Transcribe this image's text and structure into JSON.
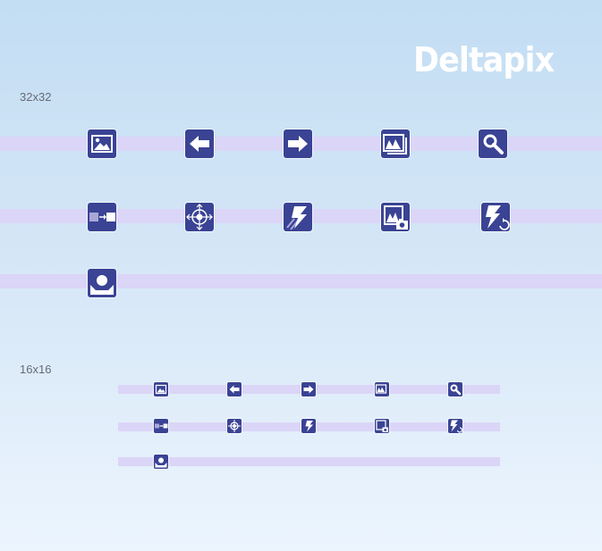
{
  "brand": {
    "name": "Deltapix"
  },
  "sections": {
    "large": {
      "label": "32x32"
    },
    "small": {
      "label": "16x16"
    }
  },
  "icons": [
    {
      "name": "picture-icon"
    },
    {
      "name": "arrow-left-icon"
    },
    {
      "name": "arrow-right-icon"
    },
    {
      "name": "gallery-icon"
    },
    {
      "name": "magnifier-icon"
    },
    {
      "name": "move-to-icon"
    },
    {
      "name": "target-icon"
    },
    {
      "name": "flash-icon"
    },
    {
      "name": "photo-camera-icon"
    },
    {
      "name": "flash-refresh-icon"
    },
    {
      "name": "inbox-icon"
    }
  ],
  "colors": {
    "icon_bg": "#3a4394",
    "band": "#dbd5f7",
    "brand_text": "#ffffff"
  }
}
